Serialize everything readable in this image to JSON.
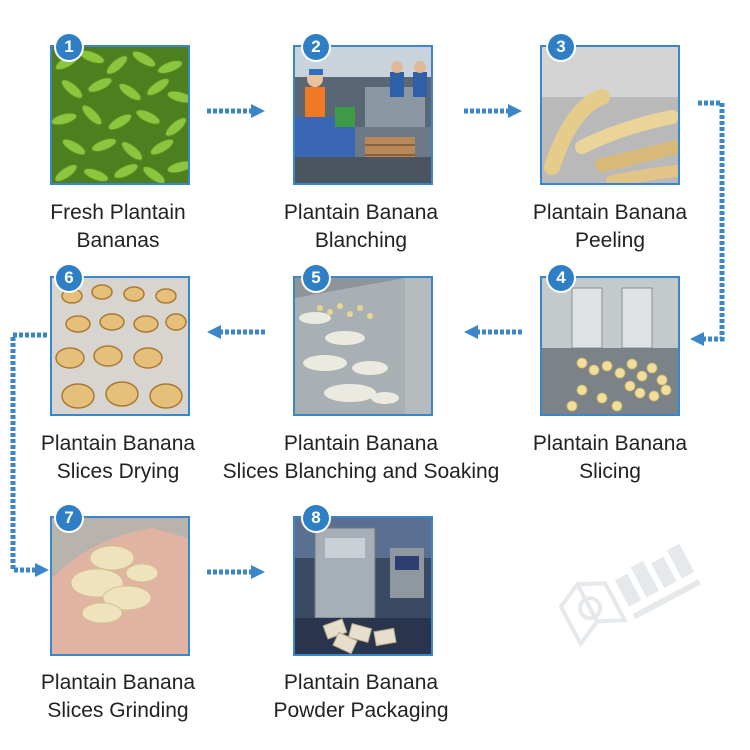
{
  "colors": {
    "accent": "#2f7fc6",
    "arrow": "#3b86c8",
    "text": "#222222"
  },
  "steps": [
    {
      "number": "1",
      "line1": "Fresh Plantain",
      "line2": "Bananas"
    },
    {
      "number": "2",
      "line1": "Plantain Banana",
      "line2": "Blanching"
    },
    {
      "number": "3",
      "line1": "Plantain Banana",
      "line2": "Peeling"
    },
    {
      "number": "4",
      "line1": "Plantain Banana",
      "line2": "Slicing"
    },
    {
      "number": "5",
      "line1": "Plantain Banana",
      "line2": "Slices Blanching and Soaking"
    },
    {
      "number": "6",
      "line1": "Plantain Banana",
      "line2": "Slices Drying"
    },
    {
      "number": "7",
      "line1": "Plantain Banana",
      "line2": "Slices Grinding"
    },
    {
      "number": "8",
      "line1": "Plantain Banana",
      "line2": "Powder Packaging"
    }
  ]
}
